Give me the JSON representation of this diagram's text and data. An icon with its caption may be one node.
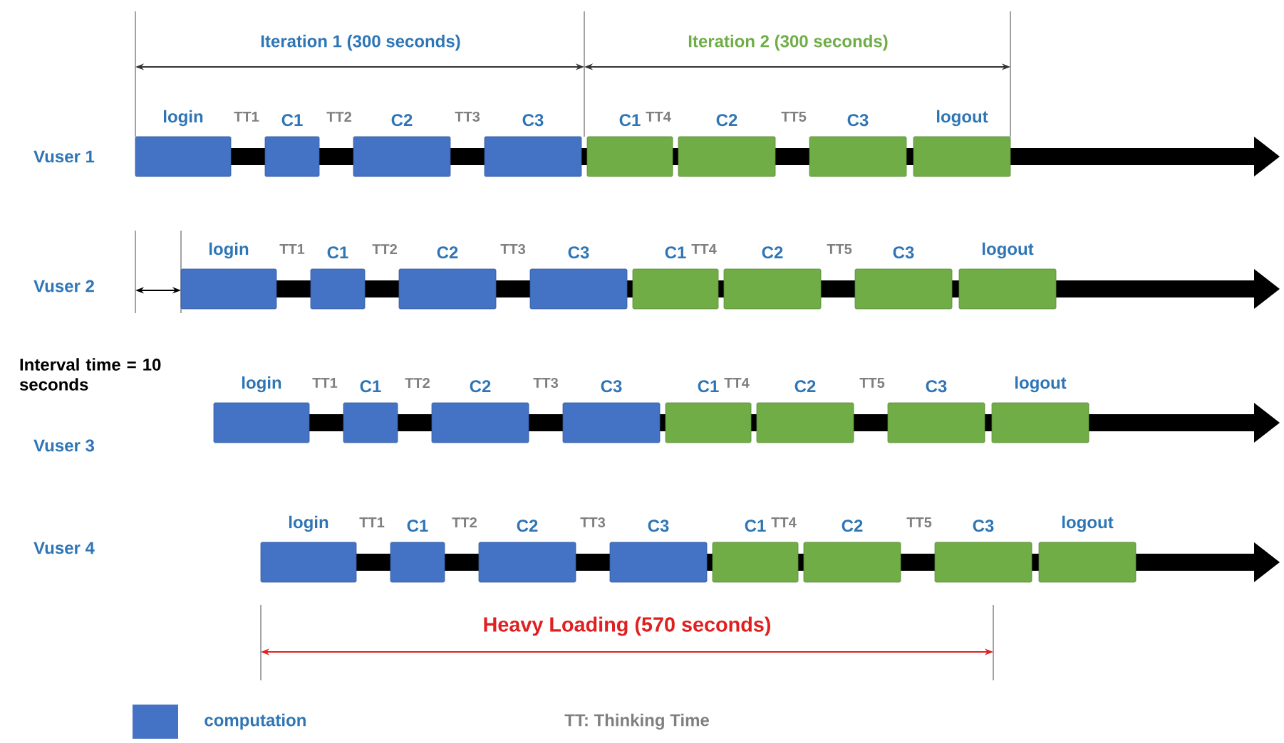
{
  "diagram": {
    "nodes": [
      {
        "text": [
          "login"
        ]
      },
      {
        "text": [
          "C1"
        ]
      },
      {
        "text": [
          "C2"
        ]
      },
      {
        "text": [
          "C3"
        ]
      },
      {
        "text": [
          "C1"
        ]
      },
      {
        "text": [
          "C2"
        ]
      },
      {
        "text": [
          "C3"
        ]
      },
      {
        "text": [
          "logout"
        ]
      },
      {
        "text": [
          "login"
        ]
      },
      {
        "text": [
          "C1"
        ]
      },
      {
        "text": [
          "C2"
        ]
      },
      {
        "text": [
          "C3"
        ]
      },
      {
        "text": [
          "C1"
        ]
      },
      {
        "text": [
          "C2"
        ]
      },
      {
        "text": [
          "C3"
        ]
      },
      {
        "text": [
          "logout"
        ]
      },
      {
        "text": [
          "login"
        ]
      },
      {
        "text": [
          "C1"
        ]
      },
      {
        "text": [
          "C2"
        ]
      },
      {
        "text": [
          "C3"
        ]
      },
      {
        "text": [
          "C1"
        ]
      },
      {
        "text": [
          "C2"
        ]
      },
      {
        "text": [
          "C3"
        ]
      },
      {
        "text": [
          "logout"
        ]
      },
      {
        "text": [
          "login"
        ]
      },
      {
        "text": [
          "C1"
        ]
      },
      {
        "text": [
          "C2"
        ]
      },
      {
        "text": [
          "C3"
        ]
      },
      {
        "text": [
          "C1"
        ]
      },
      {
        "text": [
          "C2"
        ]
      },
      {
        "text": [
          "C3"
        ]
      },
      {
        "text": [
          "logout"
        ]
      }
    ],
    "labels": [
      "Iteration 1 (300 seconds)",
      "Iteration 2 (300 seconds)",
      "Vuser 1",
      "TT1",
      "TT2",
      "TT3",
      "TT4",
      "TT5",
      "Vuser 2",
      "TT1",
      "TT2",
      "TT3",
      "TT4",
      "TT5",
      "Interval time = 10 seconds",
      "Vuser 3",
      "TT1",
      "TT2",
      "TT3",
      "TT4",
      "TT5",
      "Vuser 4",
      "TT1",
      "TT2",
      "TT3",
      "TT4",
      "TT5",
      "Heavy Loading (570 seconds)",
      "TT: Thinking Time"
    ],
    "legend": [
      {
        "text": "computation",
        "color": "#4472c4"
      }
    ]
  }
}
